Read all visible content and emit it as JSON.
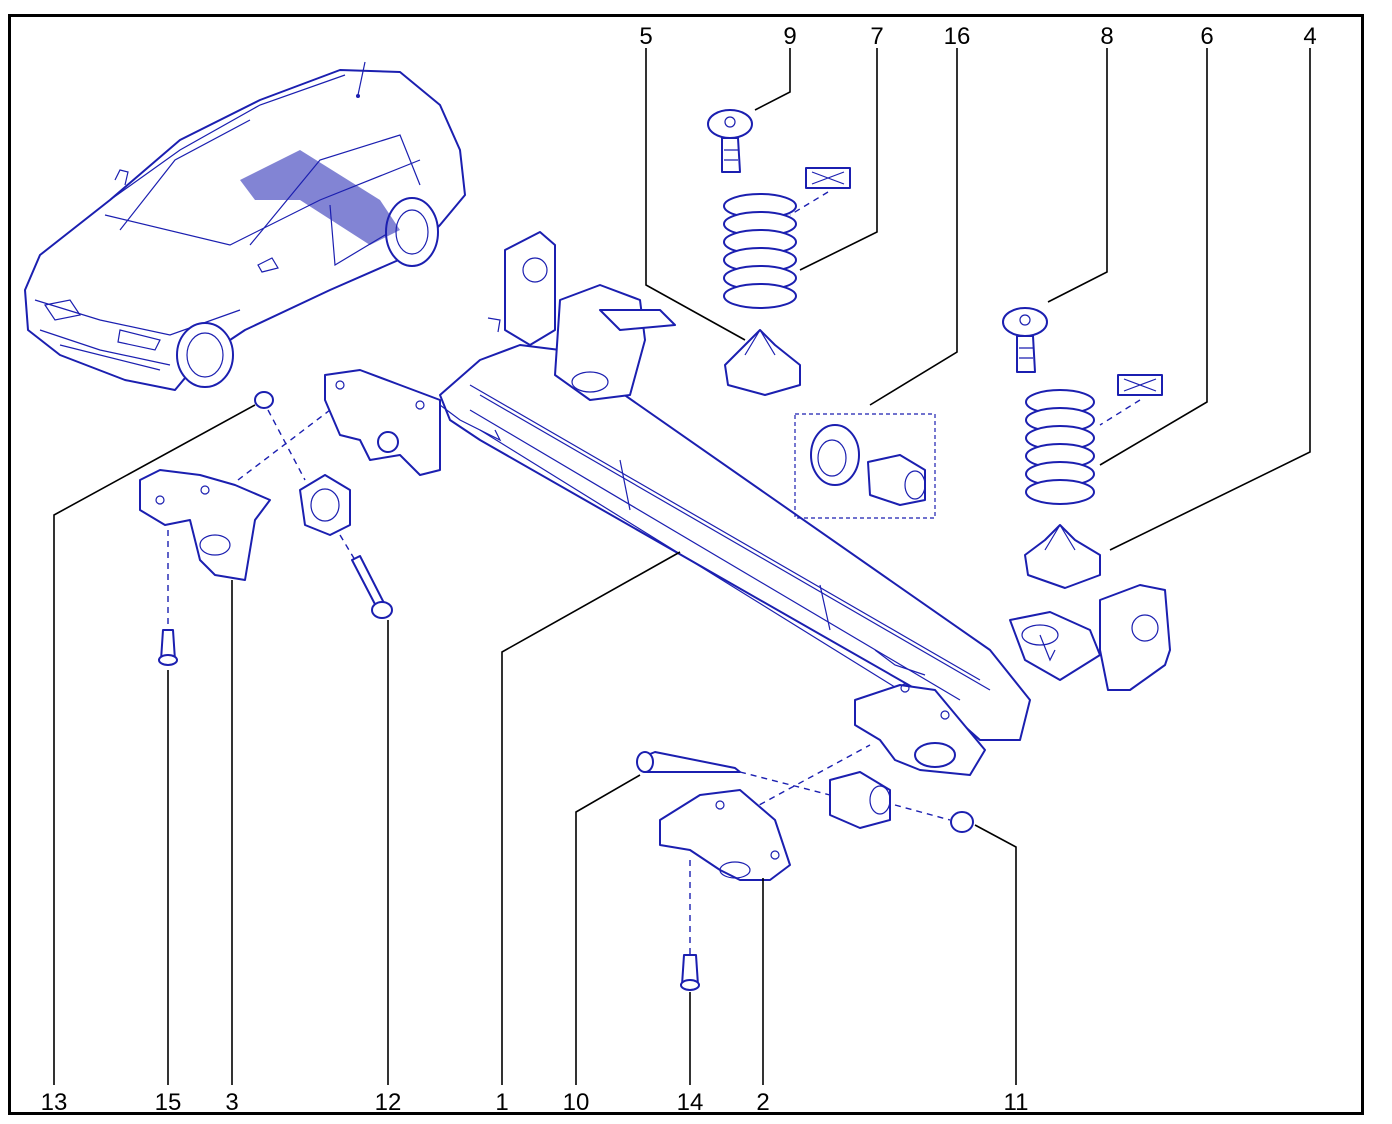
{
  "diagram": {
    "type": "exploded-parts-diagram",
    "line_color": "#1b1fb0",
    "callouts": [
      {
        "id": "c5",
        "label": "5"
      },
      {
        "id": "c9",
        "label": "9"
      },
      {
        "id": "c7",
        "label": "7"
      },
      {
        "id": "c16",
        "label": "16"
      },
      {
        "id": "c8",
        "label": "8"
      },
      {
        "id": "c6",
        "label": "6"
      },
      {
        "id": "c4",
        "label": "4"
      },
      {
        "id": "c13",
        "label": "13"
      },
      {
        "id": "c15",
        "label": "15"
      },
      {
        "id": "c3",
        "label": "3"
      },
      {
        "id": "c12",
        "label": "12"
      },
      {
        "id": "c1",
        "label": "1"
      },
      {
        "id": "c10",
        "label": "10"
      },
      {
        "id": "c14",
        "label": "14"
      },
      {
        "id": "c2",
        "label": "2"
      },
      {
        "id": "c11",
        "label": "11"
      }
    ]
  }
}
